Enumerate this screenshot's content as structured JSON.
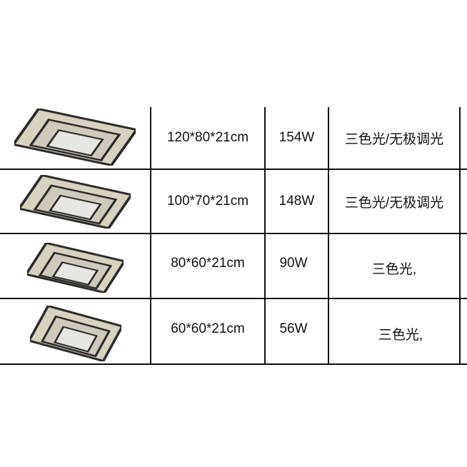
{
  "rows": [
    {
      "size": "120*80*21cm",
      "power": "154W",
      "light": "三色光/无极调光",
      "lamp_icon": "rectangular-crystal-ceiling-lamp"
    },
    {
      "size": "100*70*21cm",
      "power": "148W",
      "light": "三色光/无极调光",
      "lamp_icon": "rectangular-crystal-ceiling-lamp"
    },
    {
      "size": "80*60*21cm",
      "power": "90W",
      "light": "三色光,",
      "lamp_icon": "rectangular-crystal-ceiling-lamp"
    },
    {
      "size": "60*60*21cm",
      "power": "56W",
      "light": "三色光,",
      "lamp_icon": "square-crystal-ceiling-lamp"
    }
  ],
  "colors": {
    "line": "#111111",
    "crystal": "#d8d2c0",
    "frame": "#2a2a2a"
  }
}
